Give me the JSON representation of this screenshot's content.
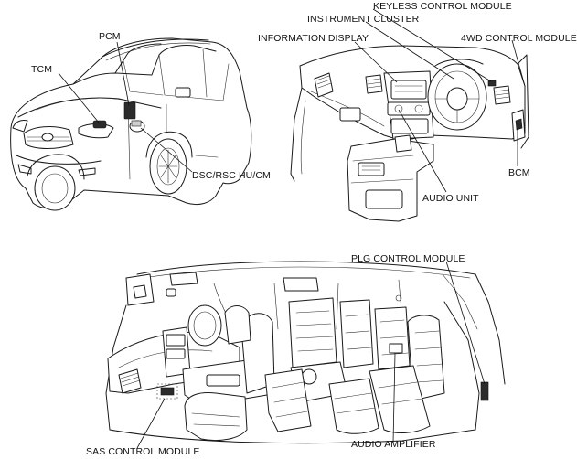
{
  "figures": {
    "exterior": {
      "labels": {
        "pcm": "PCM",
        "tcm": "TCM",
        "dsc": "DSC/RSC HU/CM"
      }
    },
    "dashboard": {
      "labels": {
        "keyless": "KEYLESS CONTROL MODULE",
        "instrument": "INSTRUMENT CLUSTER",
        "info_display": "INFORMATION DISPLAY",
        "fourwd": "4WD CONTROL MODULE",
        "bcm": "BCM",
        "audio_unit": "AUDIO UNIT"
      }
    },
    "interior": {
      "labels": {
        "plg": "PLG  CONTROL MODULE",
        "sas": "SAS CONTROL MODULE",
        "audio_amp": "AUDIO AMPLIFIER"
      }
    }
  },
  "colors": {
    "line": "#1a1a1a",
    "background": "#ffffff"
  }
}
